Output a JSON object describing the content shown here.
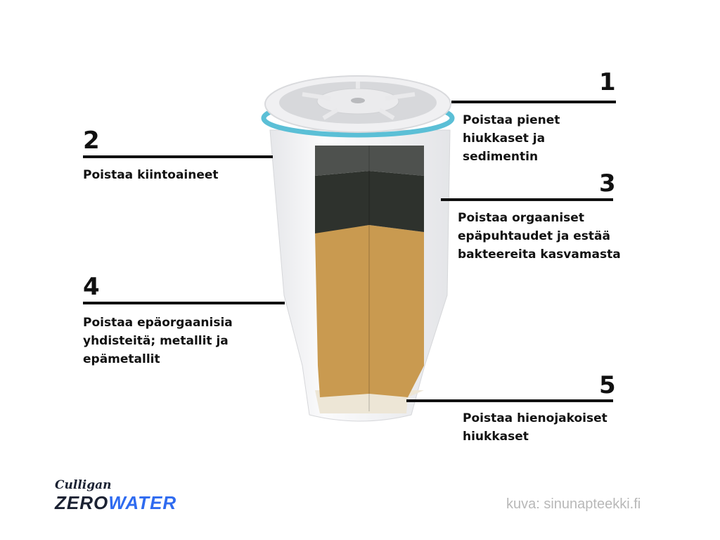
{
  "labels": [
    {
      "number": "1",
      "text": "Poistaa pienet\nhiukkaset ja\nsedimentin"
    },
    {
      "number": "2",
      "text": "Poistaa kiintoaineet"
    },
    {
      "number": "3",
      "text": "Poistaa orgaaniset\nepäpuhtaudet ja estää\nbakteereita kasvamasta"
    },
    {
      "number": "4",
      "text": "Poistaa epäorgaanisia\nyhdisteitä; metallit ja\nepämetallit"
    },
    {
      "number": "5",
      "text": "Poistaa hienojakoiset\nhiukkaset"
    }
  ],
  "logo": {
    "brand": "Culligan",
    "product_part1": "ZERO",
    "product_part2": "WATER"
  },
  "credit": "kuva: sinunapteekki.fi",
  "colors": {
    "ring": "#5bbfd6",
    "layer_gray": "#4a4d4a",
    "layer_dark": "#2e322d",
    "layer_tan": "#c99a50",
    "layer_cream": "#ede6d6",
    "brand_blue": "#2f6bf0",
    "brand_navy": "#1b2233"
  }
}
